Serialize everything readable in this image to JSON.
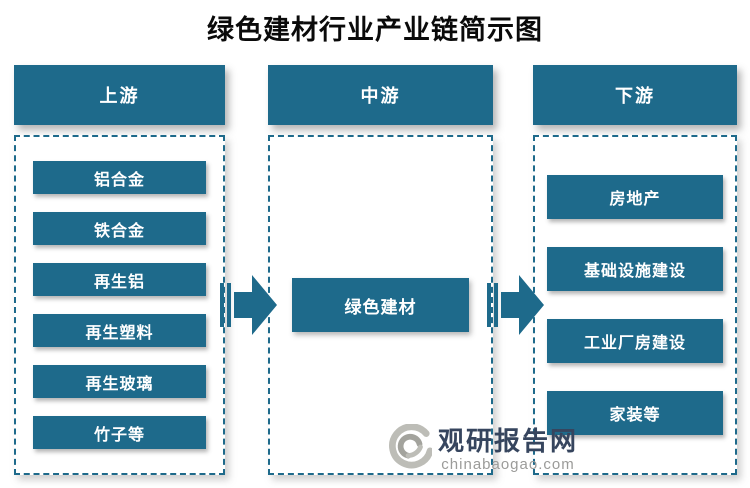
{
  "title": "绿色建材行业产业链简示图",
  "colors": {
    "node_fill": "#1e6a8b",
    "node_text": "#ffffff",
    "dashed_border": "#1e6a8b",
    "watermark_name_color": "#36455e",
    "watermark_site_color": "#9b9b99",
    "logo_gray_light": "#bdbdb7",
    "logo_gray_dark": "#a3a39d"
  },
  "columns": [
    {
      "id": "upstream",
      "header": "上游",
      "items": [
        "铝合金",
        "铁合金",
        "再生铝",
        "再生塑料",
        "再生玻璃",
        "竹子等"
      ]
    },
    {
      "id": "midstream",
      "header": "中游",
      "items": [
        "绿色建材"
      ]
    },
    {
      "id": "downstream",
      "header": "下游",
      "items": [
        "房地产",
        "基础设施建设",
        "工业厂房建设",
        "家装等"
      ]
    }
  ],
  "arrows": [
    {
      "from": "上游",
      "to": "中游",
      "direction": "right"
    },
    {
      "from": "中游",
      "to": "下游",
      "direction": "right"
    }
  ],
  "watermark": {
    "name": "观研报告网",
    "site": "chinabaogao.com"
  }
}
